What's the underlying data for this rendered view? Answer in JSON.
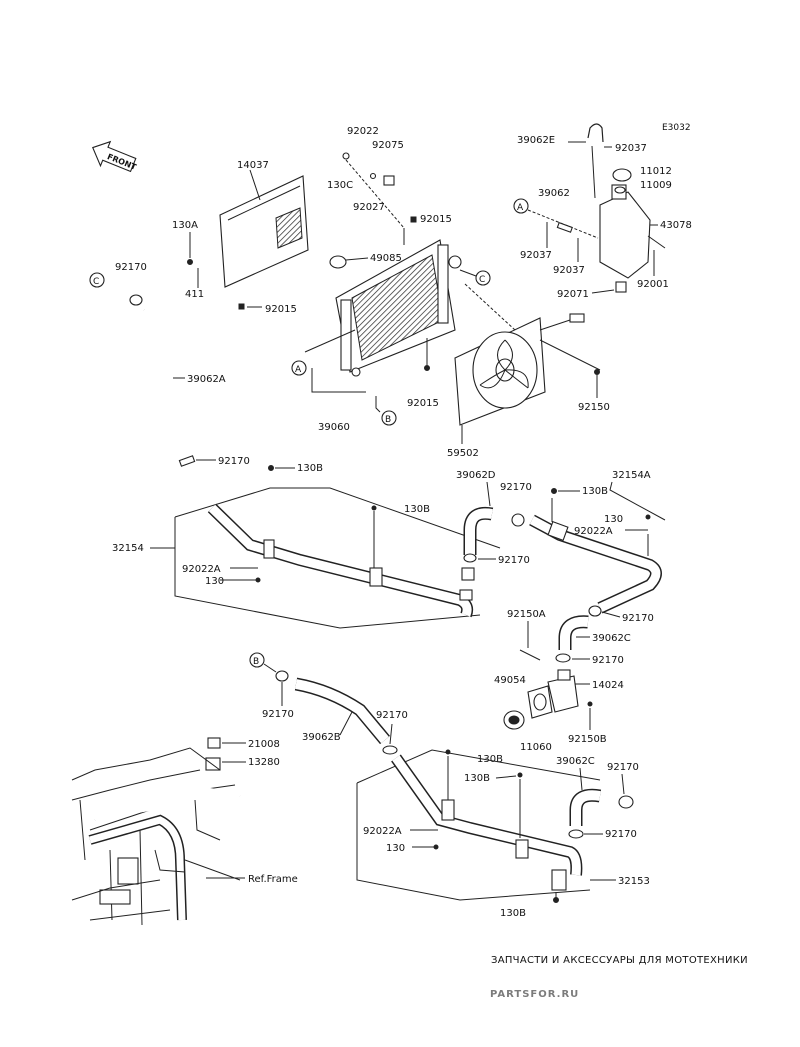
{
  "diagram_code": "E3032",
  "front_label": "FRONT",
  "ref_frame": "Ref.Frame",
  "ref_markers": {
    "a": "A",
    "b": "B",
    "c": "C"
  },
  "parts": {
    "p14037": "14037",
    "p130A": "130A",
    "p411": "411",
    "p92015": "92015",
    "p92022": "92022",
    "p92075": "92075",
    "p130C": "130C",
    "p92027": "92027",
    "p49085": "49085",
    "p39060": "39060",
    "p59502": "59502",
    "p92150": "92150",
    "p39062E": "39062E",
    "p92037": "92037",
    "p11012": "11012",
    "p11009": "11009",
    "p39062": "39062",
    "p43078": "43078",
    "p92001": "92001",
    "p92071": "92071",
    "p92170": "92170",
    "p39062A": "39062A",
    "p130B": "130B",
    "p32154": "32154",
    "p92022A": "92022A",
    "p130": "130",
    "p39062D": "39062D",
    "p32154A": "32154A",
    "p92150A": "92150A",
    "p39062C": "39062C",
    "p49054": "49054",
    "p14024": "14024",
    "p11060": "11060",
    "p92150B": "92150B",
    "p39062B": "39062B",
    "p21008": "21008",
    "p13280": "13280",
    "p32153": "32153"
  },
  "watermark": {
    "tagline": "ЗАПЧАСТИ И АКСЕССУАРЫ ДЛЯ МОТОТЕХНИКИ",
    "logo": "PARTSFOR.RU"
  }
}
